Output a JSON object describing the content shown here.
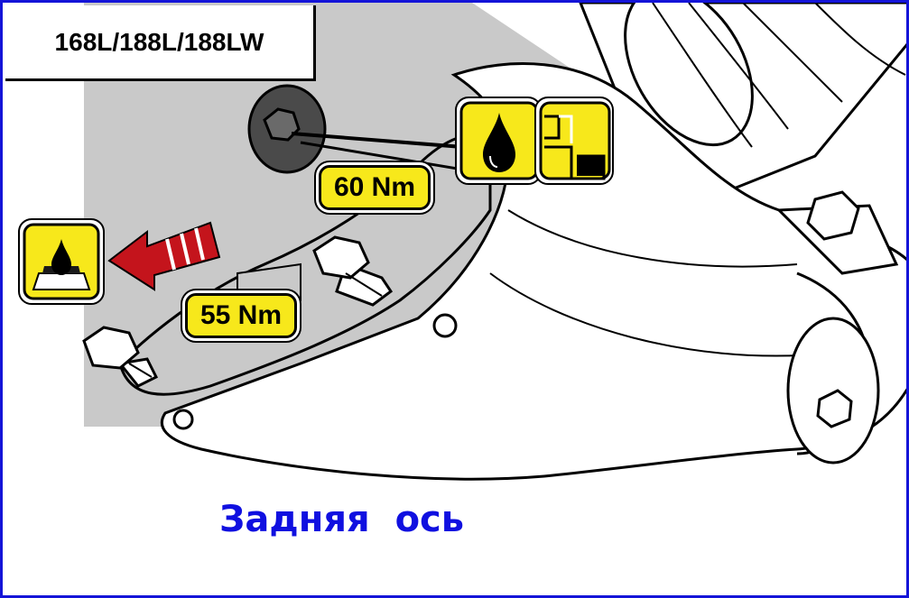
{
  "header": {
    "model_label": "168L/188L/188LW"
  },
  "torque_labels": {
    "upper": "60 Nm",
    "lower": "55 Nm"
  },
  "caption": "Задняя  ось",
  "icons": {
    "sealant": "sealant-drop-icon",
    "oil": "oil-drop-icon",
    "fill_level": "fill-level-icon",
    "direction": "arrow-left-icon"
  },
  "colors": {
    "frame": "#1414d8",
    "label_fill": "#f7e81b",
    "arrow": "#c4141c",
    "caption": "#1010e0"
  }
}
